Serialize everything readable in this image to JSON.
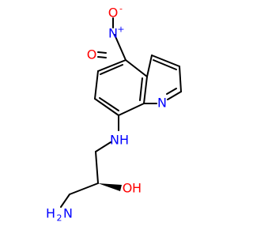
{
  "molecule": {
    "atoms": {
      "o_top": {
        "label": "O",
        "charge": "-"
      },
      "n_nitro": {
        "label": "N",
        "charge": "+"
      },
      "o_left": {
        "label": "O"
      },
      "n_ring": {
        "label": "N"
      },
      "n_amine": {
        "label": "N",
        "h": "H"
      },
      "o_hydroxyl": {
        "label": "O",
        "h": "H"
      },
      "n_primary": {
        "label": "N",
        "h": "H",
        "h2": "2"
      }
    },
    "colors": {
      "bond": "#000000",
      "oxygen": "#ff0000",
      "nitrogen": "#0000ff"
    }
  }
}
